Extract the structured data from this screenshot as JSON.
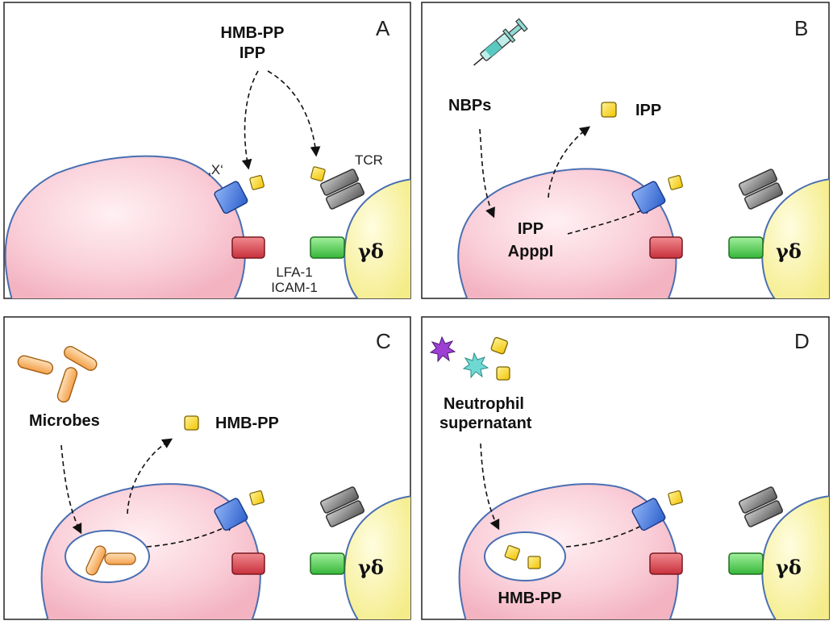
{
  "panels": {
    "a": {
      "letter": "A",
      "antigen_top": "HMB-PP",
      "antigen_bottom": "IPP",
      "x_label": "‚X‘",
      "tcr_label": "TCR",
      "lfa_label": "LFA-1",
      "icam_label": "ICAM-1",
      "gd_label": "γδ"
    },
    "b": {
      "letter": "B",
      "nbps_label": "NBPs",
      "ipp_out_label": "IPP",
      "inner_top": "IPP",
      "inner_bottom": "ApppI",
      "gd_label": "γδ"
    },
    "c": {
      "letter": "C",
      "microbes_label": "Microbes",
      "hmbpp_label": "HMB-PP",
      "gd_label": "γδ"
    },
    "d": {
      "letter": "D",
      "neutro_top": "Neutrophil",
      "neutro_bottom": "supernatant",
      "hmbpp_label": "HMB-PP",
      "gd_label": "γδ"
    }
  },
  "colors": {
    "apc_cell": "#f9c9d3",
    "gd_cell": "#f7f29a",
    "x_receptor": "#3a6fd8",
    "antigen": "#f7d21a",
    "tcr": "#6e6e6e",
    "lfa1": "#d53a45",
    "icam1": "#4ccc4a",
    "microbe": "#f6b668",
    "neutro_purple": "#9c3fd2",
    "neutro_cyan": "#5fd3d0"
  }
}
